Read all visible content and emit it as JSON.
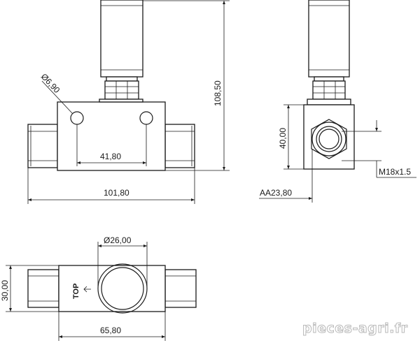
{
  "drawing": {
    "front_view": {
      "hole_diameter": "Ø6,90",
      "hole_spacing": "41,80",
      "total_length": "101,80",
      "total_height": "108,50"
    },
    "side_view": {
      "body_height": "40,00",
      "across_flats": "AA23,80",
      "thread": "M18x1.5"
    },
    "top_view": {
      "port_diameter": "Ø26,00",
      "body_width": "30,00",
      "body_length": "65,80",
      "top_marking": "TOP"
    }
  },
  "watermark": "pieces-agri.fr"
}
